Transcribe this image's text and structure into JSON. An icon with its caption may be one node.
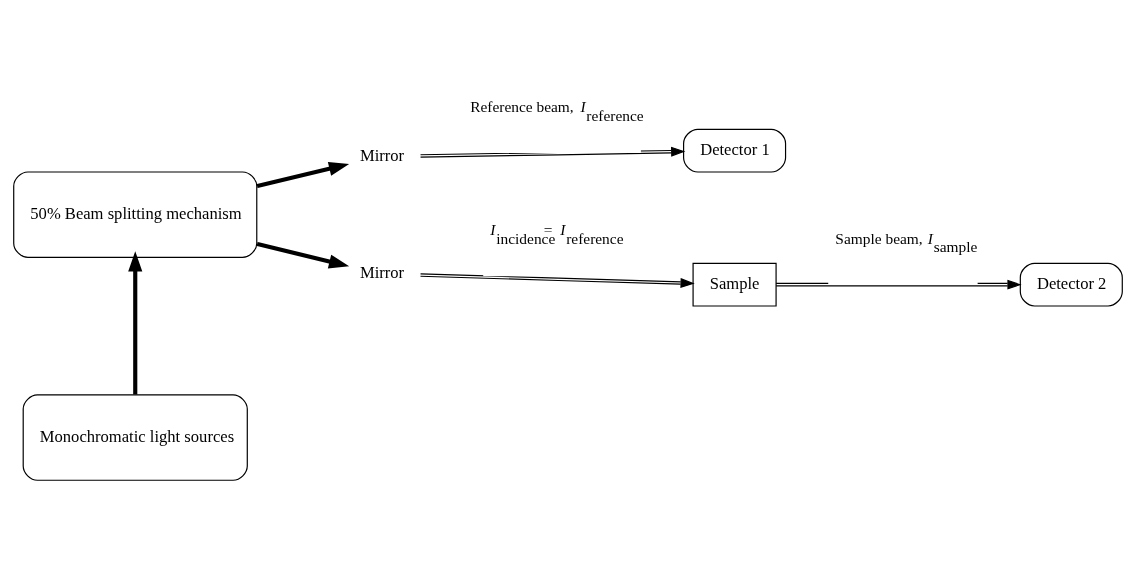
{
  "diagram": {
    "nodes": [
      {
        "text": [
          "Mirror"
        ]
      },
      {
        "text": [
          "Detector 1"
        ]
      },
      {
        "text": [
          "50% Beam splitting mechanism"
        ]
      },
      {
        "text": [
          "Monochromatic light sources"
        ]
      },
      {
        "text": [
          "Mirror"
        ]
      },
      {
        "text": [
          "Sample"
        ]
      },
      {
        "text": [
          "Detector 2"
        ]
      }
    ],
    "edges": [
      {
        "from": 3,
        "to": 2,
        "arrow": "to",
        "style": "thick"
      },
      {
        "from": 2,
        "to": 0,
        "arrow": "to",
        "style": "thick"
      },
      {
        "from": 2,
        "to": 4,
        "arrow": "to",
        "style": "thick"
      },
      {
        "from": 0,
        "to": 1,
        "arrow": "to",
        "label": "Reference beam, *I*$_{reference}$"
      },
      {
        "from": 4,
        "to": 5,
        "arrow": "to",
        "label": "*I*$_{incidence}$ = *I*$_{reference}$"
      },
      {
        "from": 5,
        "to": 6,
        "arrow": "to",
        "label": "Sample beam, *I*$_{sample}$"
      }
    ]
  }
}
